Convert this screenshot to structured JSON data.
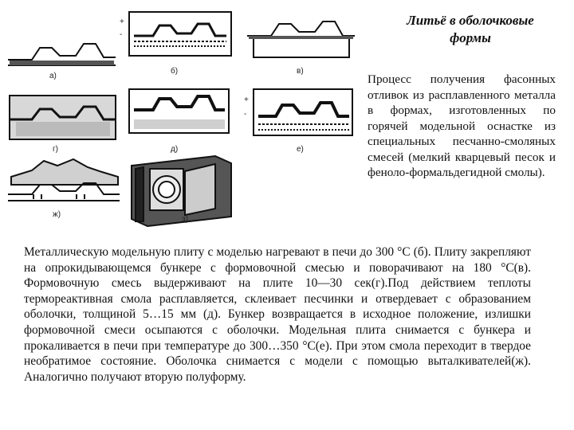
{
  "figure": {
    "labels": [
      "а)",
      "б)",
      "в)",
      "г)",
      "д)",
      "е)",
      "ж)",
      "з)"
    ],
    "signs": {
      "plus": "+",
      "minus": "-"
    }
  },
  "title": {
    "line1": "Литьё в оболочковые",
    "line2": "формы"
  },
  "lead_text": "Процесс получения фасонных отливок из расплавленного металла в формах, изготовленных по горячей модельной оснастке из специальных песчанно-смоляных смесей (мелкий кварцевый песок и феноло-формальдегидной смолы).",
  "body_text": "Металлическую модельную плиту с моделью нагревают в печи до 300 °С (б). Плиту закрепляют на опрокидывающемся бункере с формовочной смесью и поворачивают на 180 °С(в). Формовочную смесь выдерживают на плите 10—30 сек(г).Под действием теплоты термореактивная смола расплавляется, склеивает песчинки и отвердевает с образованием оболочки, толщиной 5…15 мм (д). Бункер возвращается в исходное положение, излишки формовочной смеси осыпаются с оболочки. Модельная плита снимается с бункера и прокаливается в печи при температуре до 300…350 °С(е). При этом смола переходит в твердое необратимое состояние. Оболочка снимается с модели с помощью выталкивателей(ж). Аналогично получают вторую полуформу."
}
